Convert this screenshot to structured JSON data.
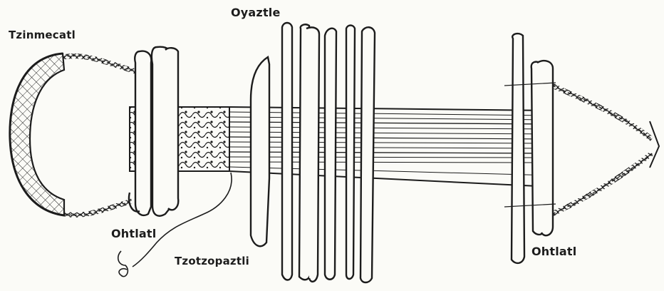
{
  "labels": {
    "tzinmecatl": "Tzinmecatl",
    "oyaztle": "Oyaztle",
    "ohtlatl_left": "Ohtlatl",
    "tzotzopaztli": "Tzotzopaztli",
    "ohtlatl_right": "Ohtlatl"
  },
  "colors": {
    "ink": "#1c1c1c",
    "paper": "#fbfbf7"
  }
}
